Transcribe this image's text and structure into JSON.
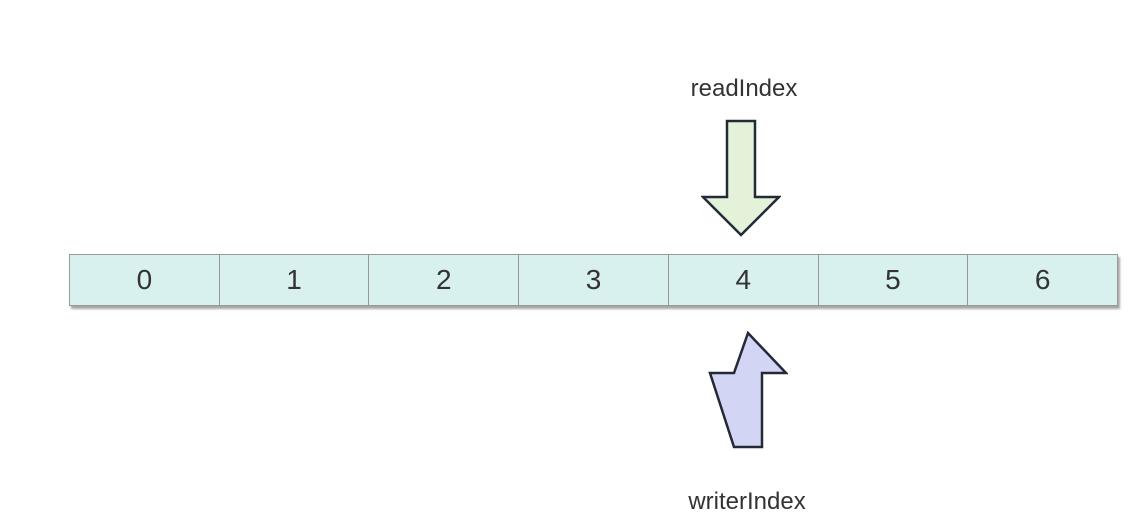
{
  "canvas": {
    "background": "#ffffff"
  },
  "read_pointer": {
    "label": "readIndex",
    "direction": "down",
    "target_index": "4",
    "fill": "#e3f2d8",
    "stroke": "#232a35"
  },
  "write_pointer": {
    "label": "writerIndex",
    "direction": "up",
    "target_index": "4",
    "fill": "#d3d5f4",
    "stroke": "#232a35"
  },
  "buffer": {
    "cells": [
      "0",
      "1",
      "2",
      "3",
      "4",
      "5",
      "6"
    ],
    "cell_fill": "#d8f1ef",
    "cell_border": "#999999"
  }
}
